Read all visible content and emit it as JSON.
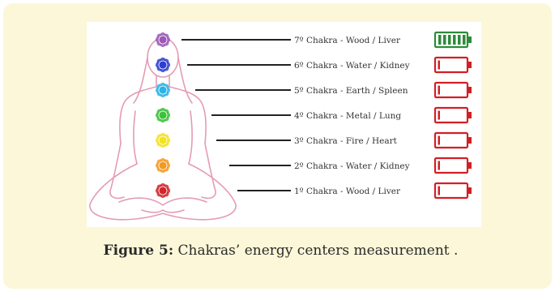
{
  "chakras": [
    {
      "label": "7º Chakra - Wood / Liver",
      "color": "#9b59b6",
      "battery": "full"
    },
    {
      "label": "6º Chakra - Water / Kidney",
      "color": "#2e3fcf",
      "battery": "empty"
    },
    {
      "label": "5º Chakra - Earth / Spleen",
      "color": "#2bb3e6",
      "battery": "empty"
    },
    {
      "label": "4º Chakra - Metal / Lung",
      "color": "#3cc13a",
      "battery": "empty"
    },
    {
      "label": "3º Chakra - Fire / Heart",
      "color": "#f3e21f",
      "battery": "empty"
    },
    {
      "label": "2º Chakra - Water / Kidney",
      "color": "#f39a24",
      "battery": "empty"
    },
    {
      "label": "1º Chakra - Wood / Liver",
      "color": "#d2262b",
      "battery": "empty"
    }
  ],
  "colors": {
    "battery_full": "#2e8b3a",
    "battery_empty": "#d21f26",
    "body_outline": "#e59bb5"
  },
  "caption": {
    "label": "Figure 5:",
    "text": " Chakras’ energy centers measurement ."
  }
}
